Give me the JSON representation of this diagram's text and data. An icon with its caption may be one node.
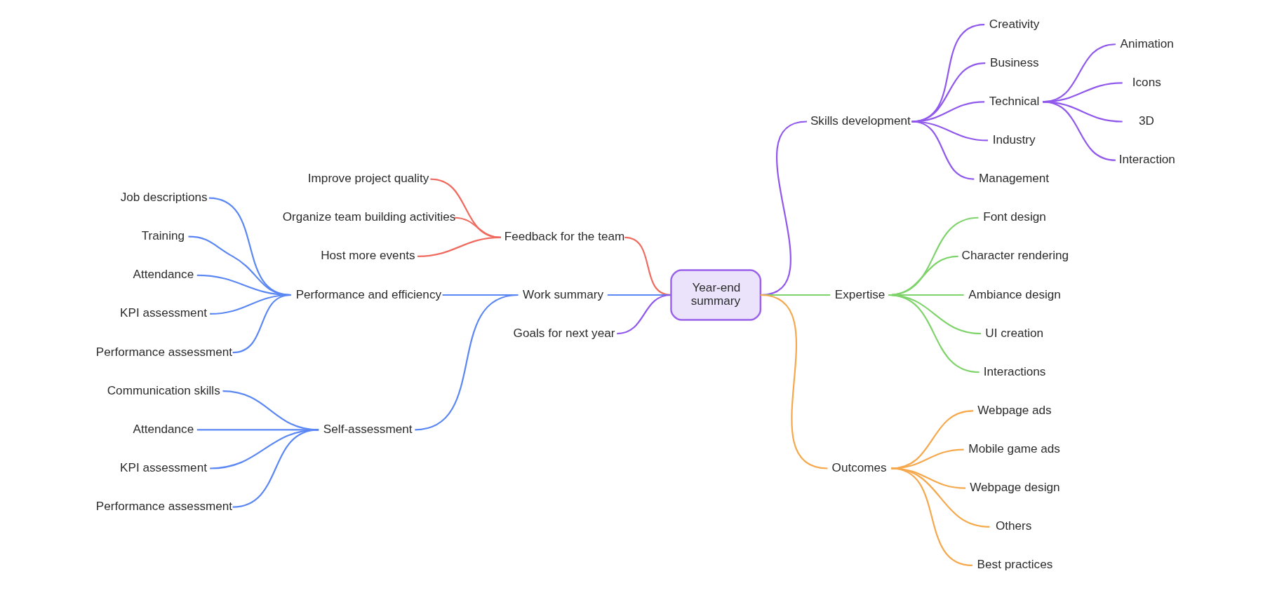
{
  "diagram": {
    "nodes": [
      {
        "text": [
          "Year-end summary"
        ]
      },
      {
        "text": [
          "Feedback for the team"
        ]
      },
      {
        "text": [
          "Improve project quality"
        ]
      },
      {
        "text": [
          "Organize team building activities"
        ]
      },
      {
        "text": [
          "Host more events"
        ]
      },
      {
        "text": [
          "Work summary"
        ]
      },
      {
        "text": [
          "Performance and efficiency"
        ]
      },
      {
        "text": [
          "Job descriptions"
        ]
      },
      {
        "text": [
          "Training"
        ]
      },
      {
        "text": [
          "Attendance"
        ]
      },
      {
        "text": [
          "KPI assessment"
        ]
      },
      {
        "text": [
          "Performance assessment"
        ]
      },
      {
        "text": [
          "Self-assessment"
        ]
      },
      {
        "text": [
          "Communication skills"
        ]
      },
      {
        "text": [
          "Attendance"
        ]
      },
      {
        "text": [
          "KPI assessment"
        ]
      },
      {
        "text": [
          "Performance assessment"
        ]
      },
      {
        "text": [
          "Goals for next year"
        ]
      },
      {
        "text": [
          "Skills development"
        ]
      },
      {
        "text": [
          "Creativity"
        ]
      },
      {
        "text": [
          "Business"
        ]
      },
      {
        "text": [
          "Technical"
        ]
      },
      {
        "text": [
          "Animation"
        ]
      },
      {
        "text": [
          "Icons"
        ]
      },
      {
        "text": [
          "3D"
        ]
      },
      {
        "text": [
          "Interaction"
        ]
      },
      {
        "text": [
          "Industry"
        ]
      },
      {
        "text": [
          "Management"
        ]
      },
      {
        "text": [
          "Expertise"
        ]
      },
      {
        "text": [
          "Font design"
        ]
      },
      {
        "text": [
          "Character rendering"
        ]
      },
      {
        "text": [
          "Ambiance design"
        ]
      },
      {
        "text": [
          "UI creation"
        ]
      },
      {
        "text": [
          "Interactions"
        ]
      },
      {
        "text": [
          "Outcomes"
        ]
      },
      {
        "text": [
          "Webpage ads"
        ]
      },
      {
        "text": [
          "Mobile game ads"
        ]
      },
      {
        "text": [
          "Webpage design"
        ]
      },
      {
        "text": [
          "Others"
        ]
      },
      {
        "text": [
          "Best practices"
        ]
      }
    ],
    "edges": [
      {
        "from": 0,
        "to": 1,
        "arrow": "none",
        "color": "#ef6b5f"
      },
      {
        "from": 1,
        "to": 2,
        "arrow": "none",
        "color": "#ef6b5f"
      },
      {
        "from": 1,
        "to": 3,
        "arrow": "none",
        "color": "#ef6b5f"
      },
      {
        "from": 1,
        "to": 4,
        "arrow": "none",
        "color": "#ef6b5f"
      },
      {
        "from": 0,
        "to": 5,
        "arrow": "none"
      },
      {
        "from": 5,
        "to": 6,
        "arrow": "none"
      },
      {
        "from": 6,
        "to": 7,
        "arrow": "none"
      },
      {
        "from": 6,
        "to": 8,
        "arrow": "none"
      },
      {
        "from": 6,
        "to": 9,
        "arrow": "none"
      },
      {
        "from": 6,
        "to": 10,
        "arrow": "none"
      },
      {
        "from": 6,
        "to": 11,
        "arrow": "none"
      },
      {
        "from": 5,
        "to": 12,
        "arrow": "none"
      },
      {
        "from": 12,
        "to": 13,
        "arrow": "none"
      },
      {
        "from": 12,
        "to": 14,
        "arrow": "none"
      },
      {
        "from": 12,
        "to": 15,
        "arrow": "none"
      },
      {
        "from": 12,
        "to": 16,
        "arrow": "none"
      },
      {
        "from": 0,
        "to": 17,
        "arrow": "none",
        "color": "#9058ec"
      },
      {
        "from": 0,
        "to": 18,
        "arrow": "none",
        "color": "#9058ec"
      },
      {
        "from": 18,
        "to": 19,
        "arrow": "none",
        "color": "#9058ec"
      },
      {
        "from": 18,
        "to": 20,
        "arrow": "none",
        "color": "#9058ec"
      },
      {
        "from": 18,
        "to": 21,
        "arrow": "none",
        "color": "#9058ec"
      },
      {
        "from": 21,
        "to": 22,
        "arrow": "none",
        "color": "#9058ec"
      },
      {
        "from": 21,
        "to": 23,
        "arrow": "none",
        "color": "#9058ec"
      },
      {
        "from": 21,
        "to": 24,
        "arrow": "none",
        "color": "#9058ec"
      },
      {
        "from": 21,
        "to": 25,
        "arrow": "none",
        "color": "#9058ec"
      },
      {
        "from": 18,
        "to": 26,
        "arrow": "none",
        "color": "#9058ec"
      },
      {
        "from": 18,
        "to": 27,
        "arrow": "none",
        "color": "#9058ec"
      },
      {
        "from": 0,
        "to": 28,
        "arrow": "none",
        "color": "#7fd36b"
      },
      {
        "from": 28,
        "to": 29,
        "arrow": "none",
        "color": "#7fd36b"
      },
      {
        "from": 28,
        "to": 30,
        "arrow": "none",
        "color": "#7fd36b"
      },
      {
        "from": 28,
        "to": 31,
        "arrow": "none",
        "color": "#7fd36b"
      },
      {
        "from": 28,
        "to": 32,
        "arrow": "none",
        "color": "#7fd36b"
      },
      {
        "from": 28,
        "to": 33,
        "arrow": "none",
        "color": "#7fd36b"
      },
      {
        "from": 0,
        "to": 34,
        "arrow": "none",
        "color": "#f5a84c"
      },
      {
        "from": 34,
        "to": 35,
        "arrow": "none",
        "color": "#f5a84c"
      },
      {
        "from": 34,
        "to": 36,
        "arrow": "none",
        "color": "#f5a84c"
      },
      {
        "from": 34,
        "to": 37,
        "arrow": "none",
        "color": "#f5a84c"
      },
      {
        "from": 34,
        "to": 38,
        "arrow": "none",
        "color": "#f5a84c"
      },
      {
        "from": 34,
        "to": 39,
        "arrow": "none",
        "color": "#f5a84c"
      }
    ]
  }
}
